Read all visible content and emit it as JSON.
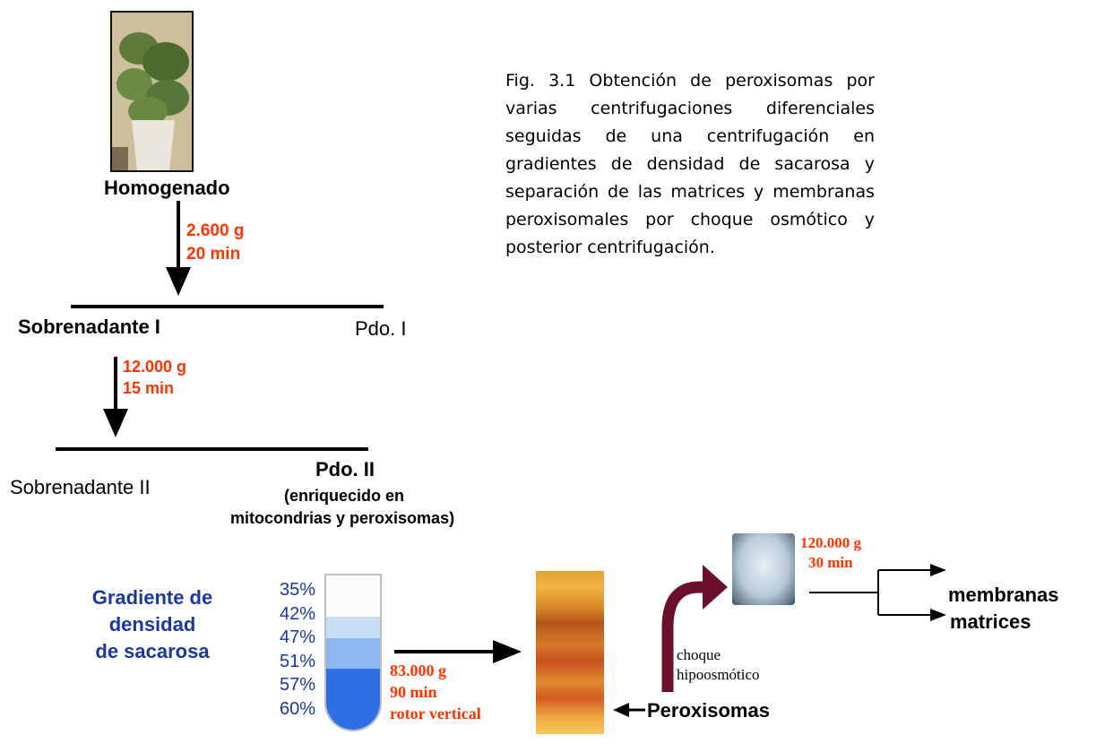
{
  "caption": "Fig. 3.1 Obtención de peroxisomas por varias centrifugaciones diferenciales seguidas de una centrifugación en gradientes de densidad de sacarosa y separación de las matrices y membranas peroxisomales por choque osmótico y posterior centrifugación.",
  "step1": {
    "start_label": "Homogenado",
    "speed": "2.600 g",
    "time": "20 min",
    "supernatant": "Sobrenadante I",
    "pellet": "Pdo. I"
  },
  "step2": {
    "speed": "12.000 g",
    "time": "15 min",
    "supernatant": "Sobrenadante II",
    "pellet": "Pdo. II",
    "pellet_note_1": "(enriquecido en",
    "pellet_note_2": "mitocondrias y peroxisomas)"
  },
  "gradient": {
    "label_line1": "Gradiente de",
    "label_line2": "densidad",
    "label_line3": "de sacarosa",
    "percentages": [
      "35%",
      "42%",
      "47%",
      "51%",
      "57%",
      "60%"
    ],
    "speed": "83.000 g",
    "time": "90 min",
    "rotor": "rotor vertical",
    "band_label": "Peroxisomas"
  },
  "shock": {
    "label_line1": "choque",
    "label_line2": "hipoosmótico",
    "speed": "120.000 g",
    "time": "30 min",
    "outputs": [
      "membranas",
      "matrices"
    ]
  },
  "colors": {
    "orange_text": "#ff3300",
    "blue_text": "#1a3a9a",
    "curved_arrow": "#6b0f2a"
  }
}
